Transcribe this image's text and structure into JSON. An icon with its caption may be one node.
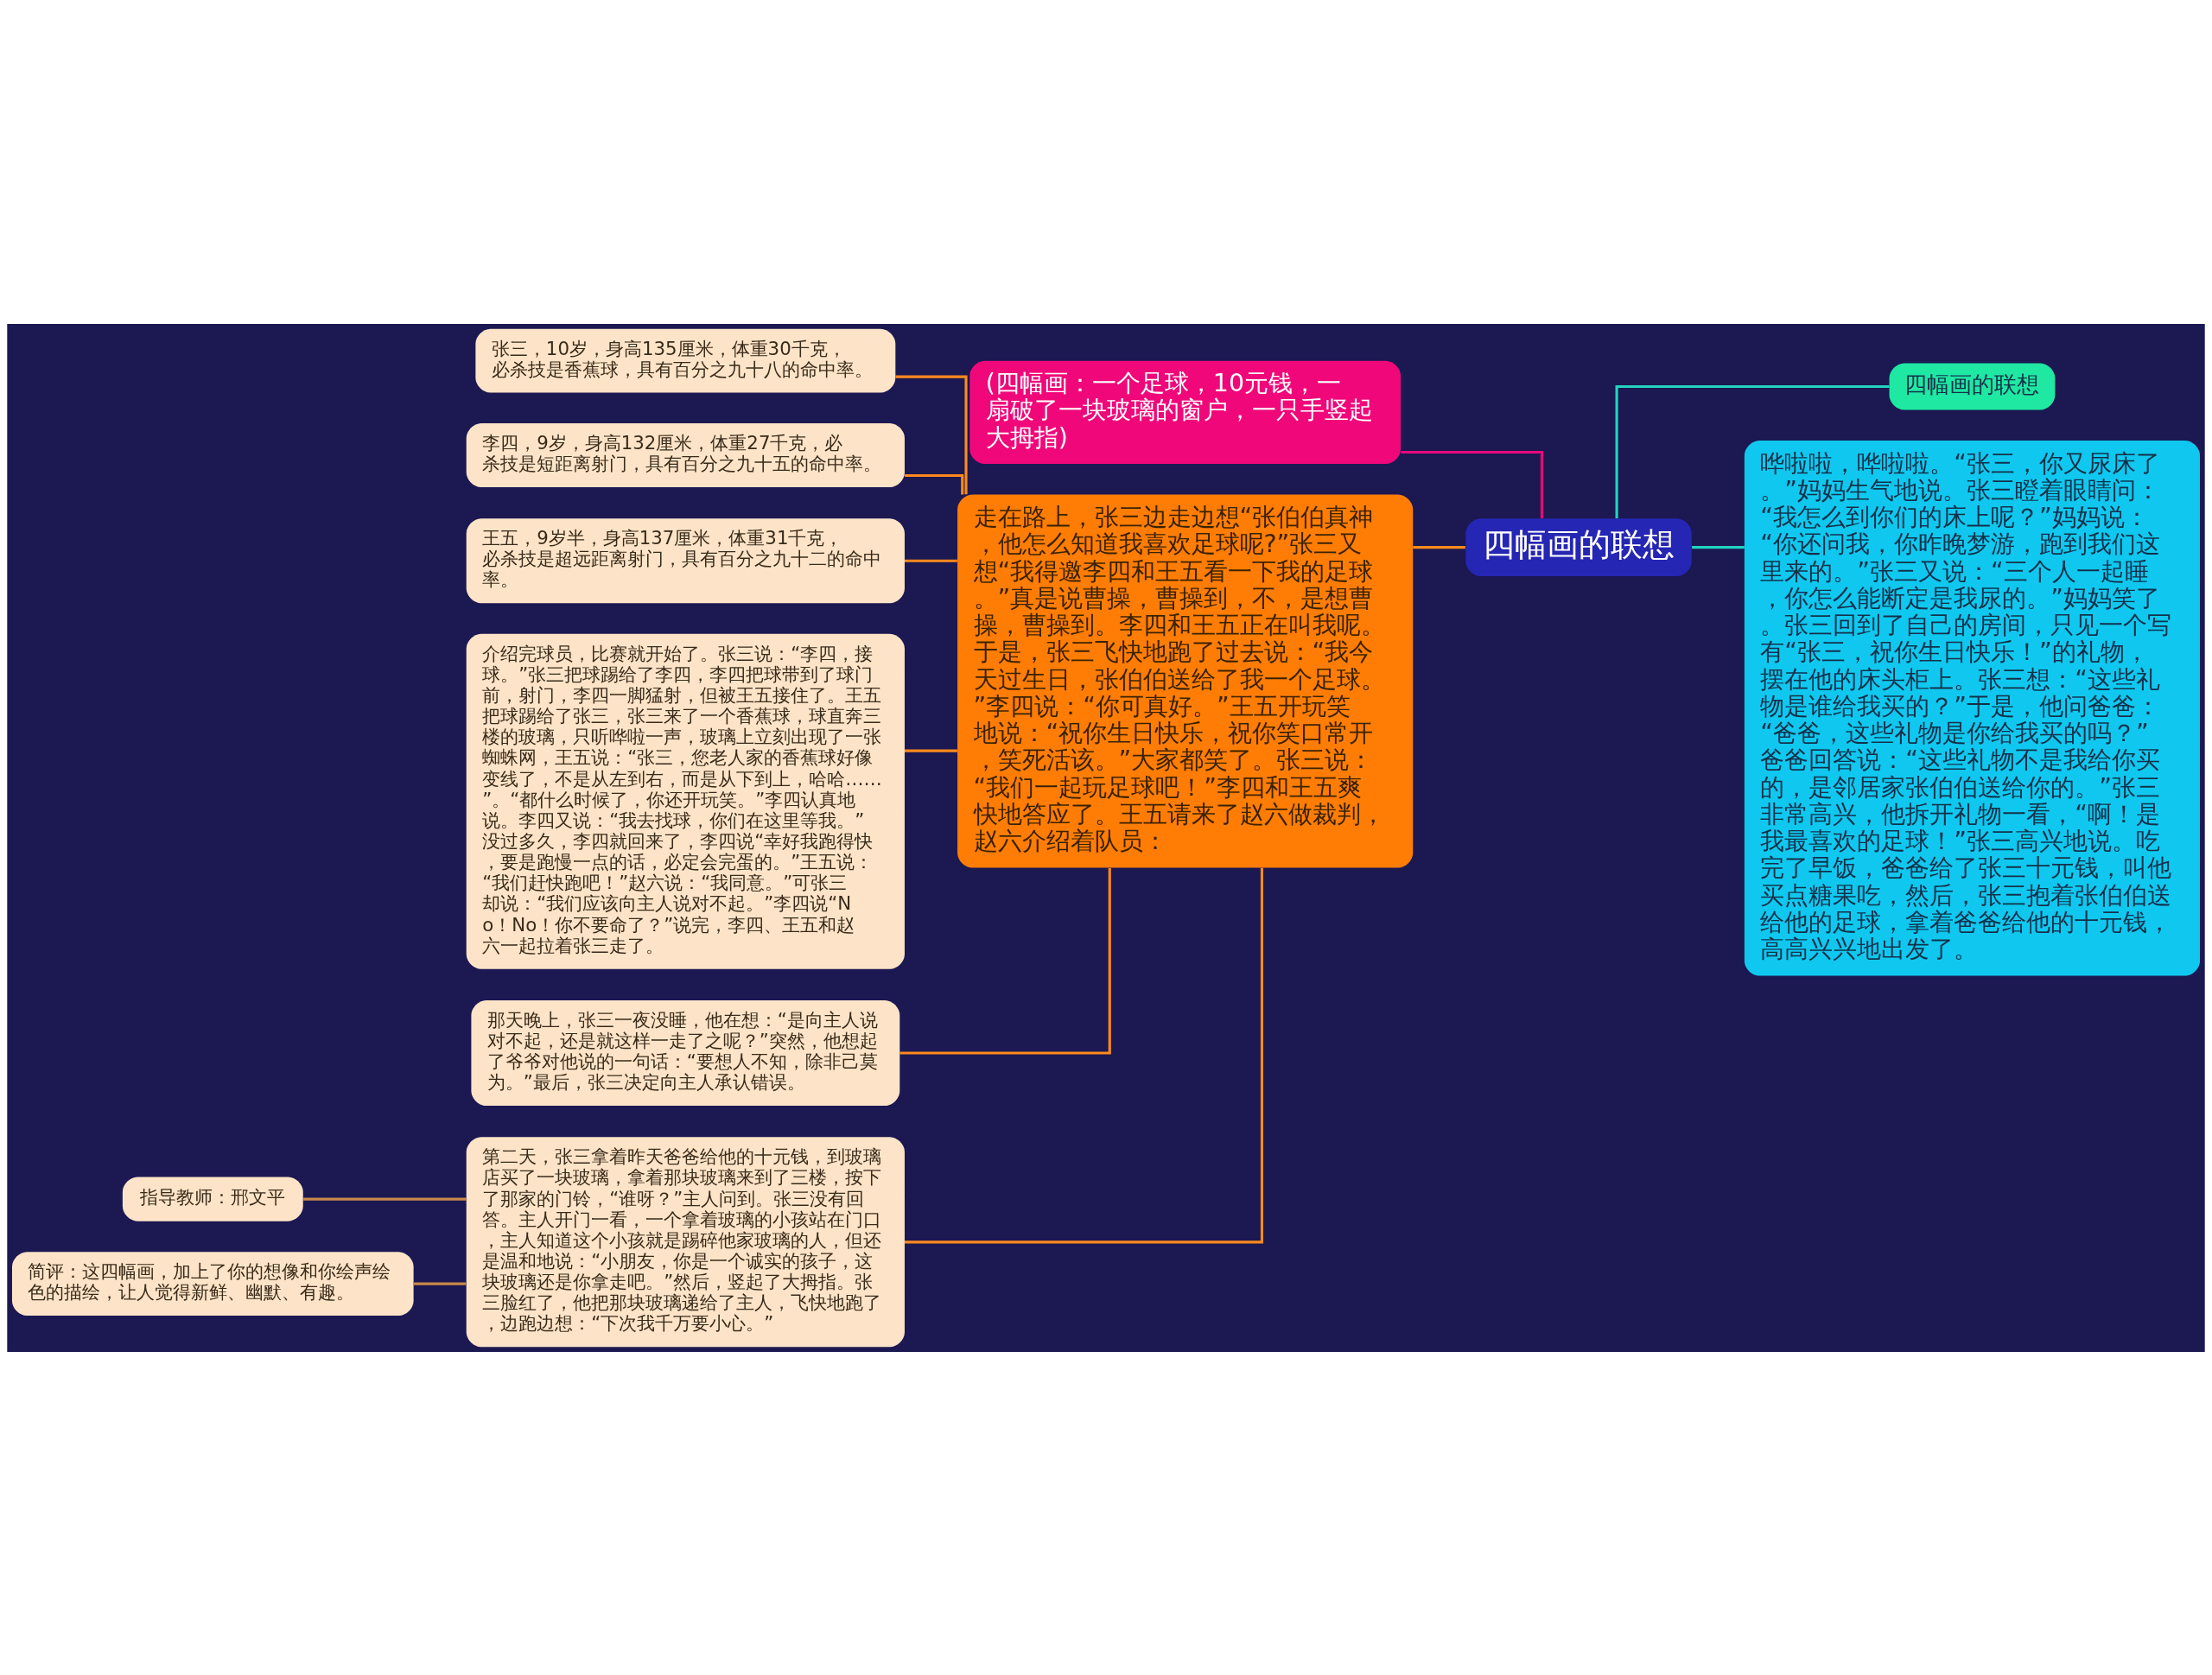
{
  "diagram": {
    "nodes": [
      {
        "text": [
          "四幅画的联想"
        ]
      },
      {
        "text": [
          "(四幅画：一个足球，10元钱，一扇破了一块玻璃的窗户，一只手竖起大拇指)"
        ]
      },
      {
        "text": [
          "走在路上，张三边走边想“张伯伯真神，他怎么知道我喜欢足球呢?”张三又想“我得邀李四和王五看一下我的足球。”真是说曹操，曹操到，不，是想曹操，曹操到。李四和王五正在叫我呢。于是，张三飞快地跑了过去说：“我今天过生日，张伯伯送给了我一个足球。”李四说：“你可真好。”王五开玩笑地说：“祝你生日快乐，祝你笑口常开，笑死活该。”大家都笑了。张三说：“我们一起玩足球吧！”李四和王五爽快地答应了。王五请来了赵六做裁判，赵六介绍着队员："
        ]
      },
      {
        "text": [
          "张三，10岁，身高135厘米，体重30千克，必杀技是香蕉球，具有百分之九十八的命中率。"
        ]
      },
      {
        "text": [
          "李四，9岁，身高132厘米，体重27千克，必杀技是短距离射门，具有百分之九十五的命中率。"
        ]
      },
      {
        "text": [
          "王五，9岁半，身高137厘米，体重31千克，必杀技是超远距离射门，具有百分之九十二的命中率。"
        ]
      },
      {
        "text": [
          "介绍完球员，比赛就开始了。张三说：“李四，接球。”张三把球踢给了李四，李四把球带到了球门前，射门，李四一脚猛射，但被王五接住了。王五把球踢给了张三，张三来了一个香蕉球，球直奔三楼的玻璃，只听哗啦一声，玻璃上立刻出现了一张蜘蛛网，王五说：“张三，您老人家的香蕉球好像变线了，不是从左到右，而是从下到上，哈哈……”。“都什么时候了，你还开玩笑。”李四认真地说。李四又说：“我去找球，你们在这里等我。”没过多久，李四就回来了，李四说“幸好我跑得快，要是跑慢一点的话，必定会完蛋的。”王五说：“我们赶快跑吧！”赵六说：“我同意。”可张三却说：“我们应该向主人说对不起。”李四说“No！No！你不要命了？”说完，李四、王五和赵六一起拉着张三走了。"
        ]
      },
      {
        "text": [
          "那天晚上，张三一夜没睡，他在想：“是向主人说对不起，还是就这样一走了之呢？”突然，他想起了爷爷对他说的一句话：“要想人不知，除非己莫为。”最后，张三决定向主人承认错误。"
        ]
      },
      {
        "text": [
          "第二天，张三拿着昨天爸爸给他的十元钱，到玻璃店买了一块玻璃，拿着那块玻璃来到了三楼，按下了那家的门铃，“谁呀？”主人问到。张三没有回答。主人开门一看，一个拿着玻璃的小孩站在门口，主人知道这个小孩就是踢碎他家玻璃的人，但还是温和地说：“小朋友，你是一个诚实的孩子，这块玻璃还是你拿走吧。”然后，竖起了大拇指。张三脸红了，他把那块玻璃递给了主人，飞快地跑了，边跑边想：“下次我千万要小心。”"
        ]
      },
      {
        "text": [
          "指导教师：邢文平"
        ]
      },
      {
        "text": [
          "简评：这四幅画，加上了你的想像和你绘声绘色的描绘，让人觉得新鲜、幽默、有趣。"
        ]
      },
      {
        "text": [
          "四幅画的联想"
        ]
      },
      {
        "text": [
          "哗啦啦，哗啦啦。“张三，你又尿床了。”妈妈生气地说。张三瞪着眼睛问：“我怎么到你们的床上呢？”妈妈说：“你还问我，你昨晚梦游，跑到我们这里来的。”张三又说：“三个人一起睡，你怎么能断定是我尿的。”妈妈笑了。张三回到了自己的房间，只见一个写有“张三，祝你生日快乐！”的礼物，摆在他的床头柜上。张三想：“这些礼物是谁给我买的？”于是，他问爸爸：“爸爸，这些礼物是你给我买的吗？”爸爸回答说：“这些礼物不是我给你买的，是邻居家张伯伯送给你的。”张三非常高兴，他拆开礼物一看，“啊！是我最喜欢的足球！”张三高兴地说。吃完了早饭，爸爸给了张三十元钱，叫他买点糖果吃，然后，张三抱着张伯伯送给他的足球，拿着爸爸给他的十元钱，高高兴兴地出发了。"
        ]
      }
    ],
    "edges": [
      {
        "from": 0,
        "to": 1,
        "arrow": "none",
        "color": "#e8087a"
      },
      {
        "from": 0,
        "to": 2,
        "arrow": "none"
      },
      {
        "from": 2,
        "to": 3,
        "arrow": "none"
      },
      {
        "from": 2,
        "to": 4,
        "arrow": "none"
      },
      {
        "from": 2,
        "to": 5,
        "arrow": "none"
      },
      {
        "from": 2,
        "to": 6,
        "arrow": "none"
      },
      {
        "from": 2,
        "to": 7,
        "arrow": "none"
      },
      {
        "from": 2,
        "to": 8,
        "arrow": "none"
      },
      {
        "from": 8,
        "to": 9,
        "arrow": "none",
        "color": "#c8884a"
      },
      {
        "from": 8,
        "to": 10,
        "arrow": "none",
        "color": "#c8884a"
      },
      {
        "from": 0,
        "to": 11,
        "arrow": "none",
        "color": "#22d3c0"
      },
      {
        "from": 0,
        "to": 12,
        "arrow": "none",
        "color": "#22d3c0"
      }
    ]
  }
}
